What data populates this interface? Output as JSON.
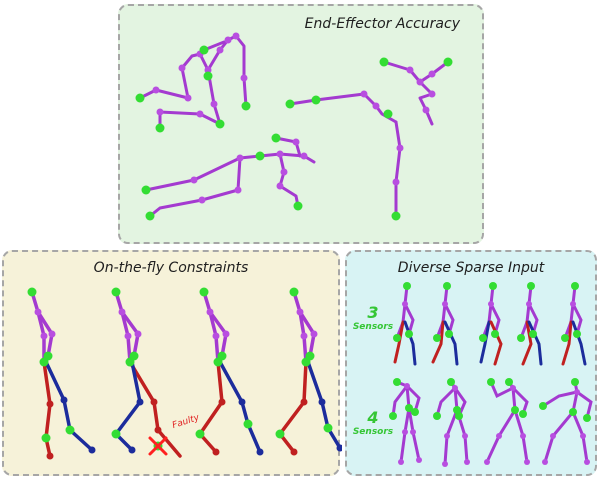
{
  "panels": {
    "top": {
      "title": "End-Effector Accuracy"
    },
    "left": {
      "title": "On-the-fly Constraints",
      "faulty_label": "Faulty"
    },
    "right": {
      "title": "Diverse Sparse Input",
      "rows": [
        {
          "count": "3",
          "unit": "Sensors"
        },
        {
          "count": "4",
          "unit": "Sensors"
        }
      ]
    }
  },
  "colors": {
    "body": "#a43ad0",
    "joint": "#b84ee0",
    "sensor": "#33dd33",
    "left_leg": "#c02020",
    "right_leg": "#1c2c9c",
    "faulty_mark": "#ff2020"
  }
}
